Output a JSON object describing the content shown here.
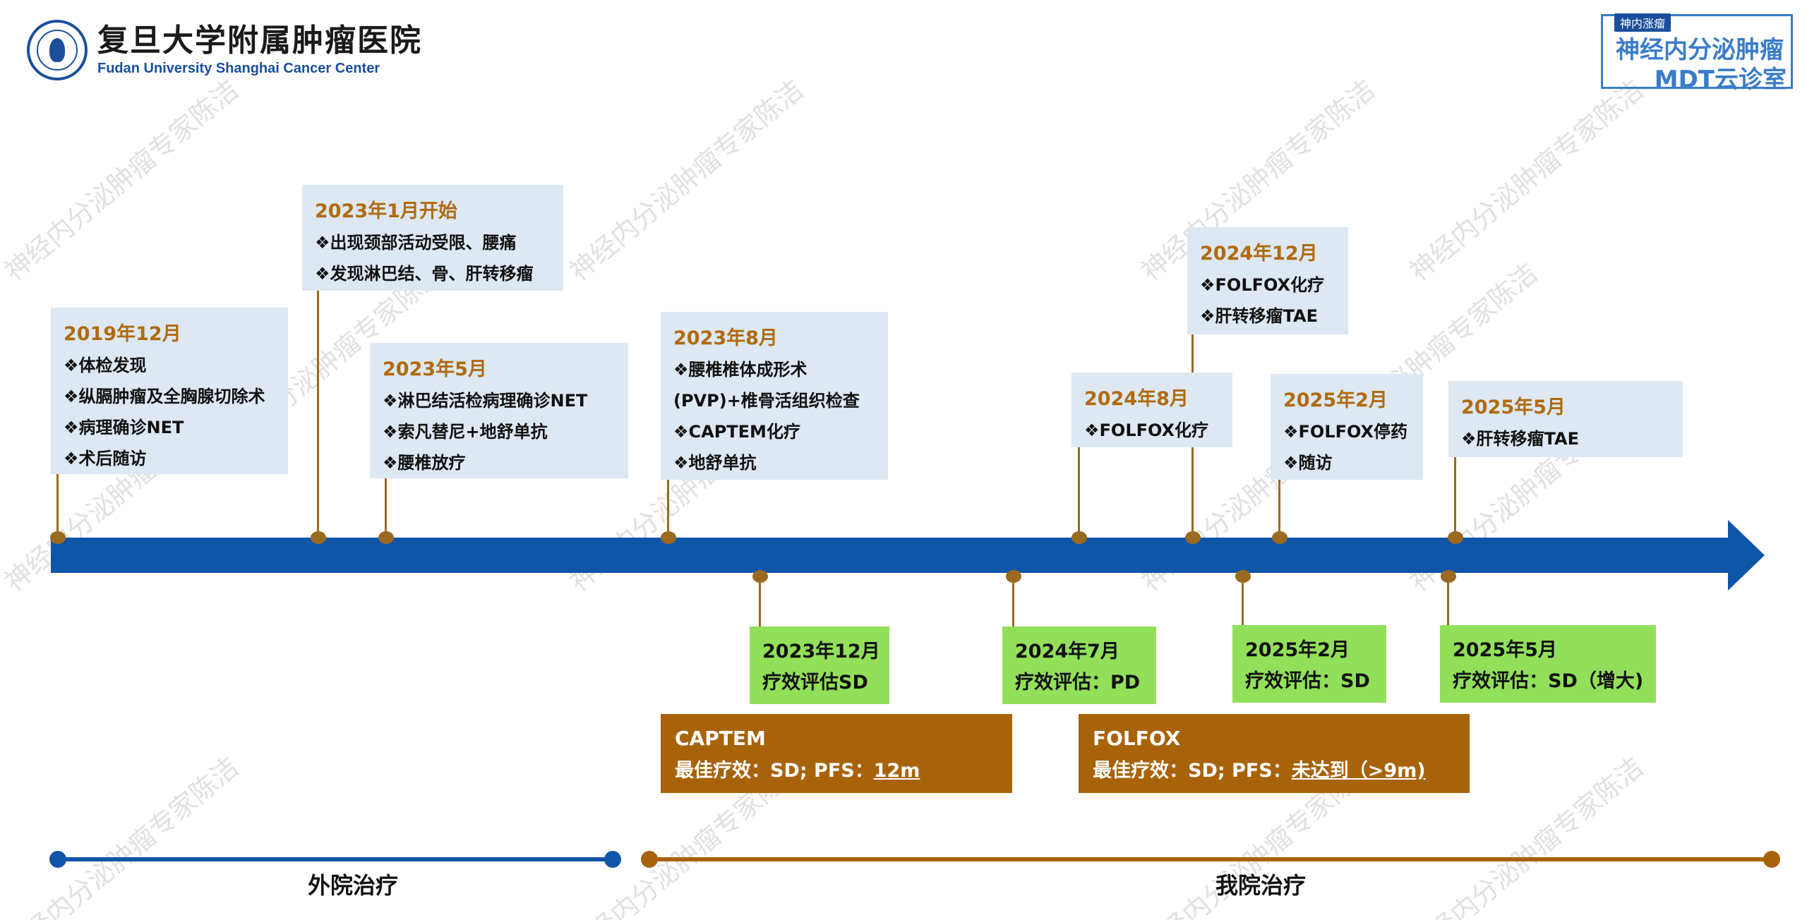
{
  "header": {
    "hospital_cn": "复旦大学附属肿瘤医院",
    "hospital_en": "Fudan University Shanghai Cancer Center",
    "badge_tag": "神内涨瘤",
    "badge_line1": "神经内分泌肿瘤",
    "badge_line2": "MDT云诊室"
  },
  "watermark": "神经内分泌肿瘤专家陈洁",
  "colors": {
    "axis": "#0f55a8",
    "connector": "#9a6a20",
    "event_box": "#dde8f3",
    "eval_box": "#92e05a",
    "regimen_box": "#a8630a",
    "external_range": "#0f55a8",
    "internal_range": "#a8630a"
  },
  "events_above": [
    {
      "date": "2019年12月",
      "items": [
        "❖体检发现",
        "❖纵膈肿瘤及全胸腺切除术",
        "❖病理确诊NET",
        "❖术后随访"
      ]
    },
    {
      "date": "2023年1月开始",
      "items": [
        "❖出现颈部活动受限、腰痛",
        "❖发现淋巴结、骨、肝转移瘤"
      ]
    },
    {
      "date": "2023年5月",
      "items": [
        "❖淋巴结活检病理确诊NET",
        "❖索凡替尼+地舒单抗",
        "❖腰椎放疗"
      ]
    },
    {
      "date": "2023年8月",
      "items": [
        "❖腰椎椎体成形术(PVP)+椎骨活组织检查",
        "❖CAPTEM化疗",
        "❖地舒单抗"
      ]
    },
    {
      "date": "2024年8月",
      "items": [
        "❖FOLFOX化疗"
      ]
    },
    {
      "date": "2024年12月",
      "items": [
        "❖FOLFOX化疗",
        "❖肝转移瘤TAE"
      ]
    },
    {
      "date": "2025年2月",
      "items": [
        "❖FOLFOX停药",
        "❖随访"
      ]
    },
    {
      "date": "2025年5月",
      "items": [
        "❖肝转移瘤TAE"
      ]
    }
  ],
  "events_below": [
    {
      "date": "2023年12月",
      "result": "疗效评估SD"
    },
    {
      "date": "2024年7月",
      "result": "疗效评估：PD"
    },
    {
      "date": "2025年2月",
      "result": "疗效评估：SD"
    },
    {
      "date": "2025年5月",
      "result": "疗效评估：SD（增大)"
    }
  ],
  "regimens": [
    {
      "name": "CAPTEM",
      "efficacy_prefix": "最佳疗效：SD;  PFS：",
      "pfs": "12m"
    },
    {
      "name": "FOLFOX",
      "efficacy_prefix": "最佳疗效：SD; PFS：",
      "pfs": "未达到（>9m)"
    }
  ],
  "ranges": [
    {
      "label": "外院治疗"
    },
    {
      "label": "我院治疗"
    }
  ]
}
